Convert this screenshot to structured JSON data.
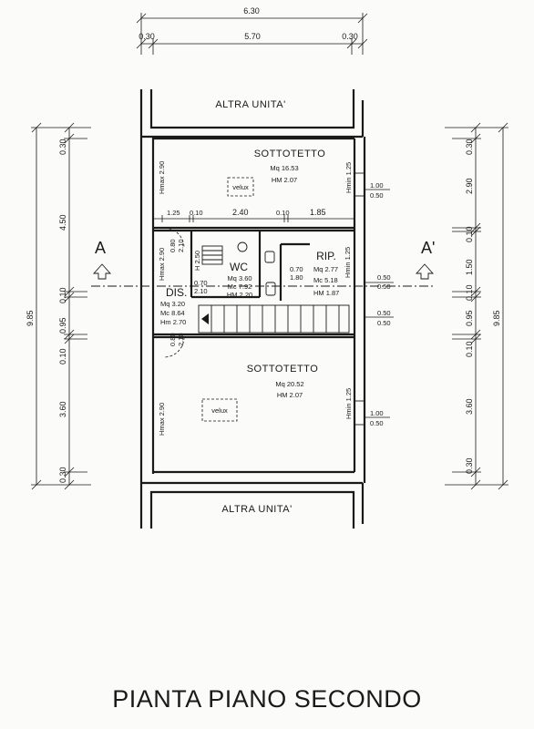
{
  "title": "PIANTA PIANO SECONDO",
  "units": {
    "top": "ALTRA UNITA'",
    "bottom": "ALTRA UNITA'"
  },
  "section_markers": {
    "left": "A",
    "right": "A'"
  },
  "rooms": {
    "upper": {
      "name": "SOTTOTETTO",
      "mq": "Mq 16.53",
      "hm": "HM 2.07",
      "velux": "velux",
      "hmax": "Hmax 2.90",
      "hmin": "Hmin 1.25"
    },
    "lower": {
      "name": "SOTTOTETTO",
      "mq": "Mq 20.52",
      "hm": "HM 2.07",
      "velux": "velux",
      "hmax": "Hmax 2.90",
      "hmin": "Hmin 1.25"
    },
    "wc": {
      "name": "WC",
      "mq": "Mq 3.60",
      "mc": "Mc 7.92",
      "hm": "HM 2.20",
      "h": "H 2.50"
    },
    "rip": {
      "name": "RIP.",
      "mq": "Mq 2.77",
      "mc": "Mc 5.18",
      "hm": "HM 1.87",
      "hmin": "Hmin 1.25"
    },
    "dis": {
      "name": "DIS.",
      "mq": "Mq 3.20",
      "mc": "Mc 8.64",
      "hm": "Hm 2.70",
      "hmax": "Hmax 2.90"
    }
  },
  "dimensions": {
    "top_total": "6.30",
    "top_left": "0.30",
    "top_mid": "5.70",
    "top_right": "0.30",
    "left_total": "9.85",
    "left_segments": [
      "0.30",
      "4.50",
      "0.10",
      "0.95",
      "0.10",
      "3.60",
      "0.30"
    ],
    "right_total": "9.85",
    "right_segments": [
      "0.30",
      "2.90",
      "0.10",
      "1.50",
      "0.10",
      "0.95",
      "0.10",
      "3.60",
      "0.30"
    ],
    "inner_row": [
      "1.25",
      "0.10",
      "2.40",
      "0.10",
      "1.85"
    ],
    "door_upper": [
      "0.80",
      "2.10"
    ],
    "door_lower": [
      "0.80",
      "2.10"
    ],
    "door_wc": [
      "0.70",
      "2.10"
    ],
    "door_rip": [
      "0.70",
      "1.80"
    ],
    "window_upper": [
      "1.00",
      "0.50"
    ],
    "window_lower": [
      "1.00",
      "0.50"
    ],
    "window_mid1": [
      "0.50",
      "0.50"
    ],
    "window_mid2": [
      "0.50",
      "0.50"
    ]
  }
}
